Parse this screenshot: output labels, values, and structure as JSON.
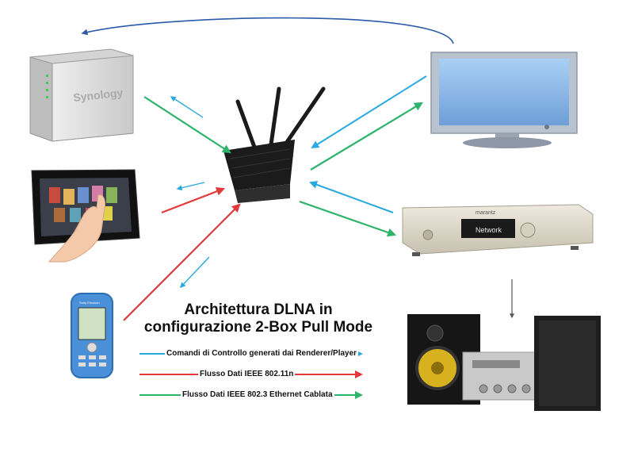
{
  "title": {
    "line1": "Architettura DLNA in",
    "line2": "configurazione 2-Box Pull Mode"
  },
  "legend": [
    {
      "label": "Comandi di Controllo generati dai Renderer/Player",
      "color": "#29a9df"
    },
    {
      "label": "Flusso Dati  IEEE 802.11n",
      "color": "#e03a3a"
    },
    {
      "label": "Flusso Dati IEEE 802.3  Ethernet Cablata",
      "color": "#2fb36b"
    }
  ],
  "devices": {
    "nas_brand": "Synology",
    "receiver_display": "Network",
    "phone_brand": "Sony Ericsson",
    "speaker_brand": "marantz"
  },
  "colors": {
    "control": "#29a9df",
    "wifi": "#e03a3a",
    "ethernet": "#2fb36b",
    "router": "#1b1b1b",
    "tv_screen": "#7fb4ea",
    "receiver": "#d9d4c6"
  }
}
